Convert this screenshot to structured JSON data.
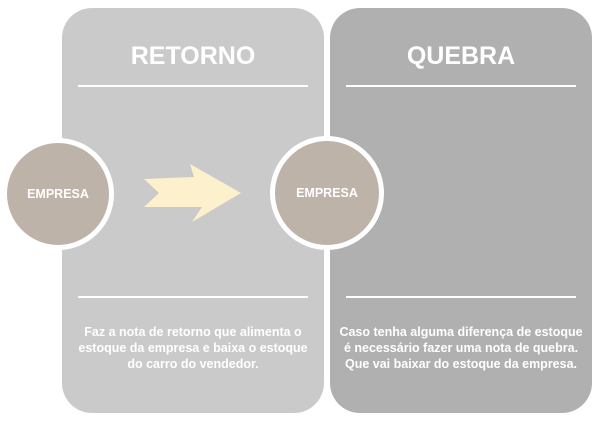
{
  "retorno": {
    "title": "RETORNO",
    "description": "Faz a nota de retorno que alimenta o estoque da empresa e baixa o estoque do carro do vendedor."
  },
  "quebra": {
    "title": "QUEBRA",
    "description": "Caso tenha alguma diferença de estoque é necessário fazer uma nota de quebra. Que vai baixar do estoque da empresa."
  },
  "circles": {
    "left": "EMPRESA",
    "right": "EMPRESA"
  },
  "colors": {
    "panel_retorno": "#cacaca",
    "panel_quebra": "#b0b0b0",
    "circle": "#bdb3a9",
    "arrow": "#fdf0cc"
  }
}
